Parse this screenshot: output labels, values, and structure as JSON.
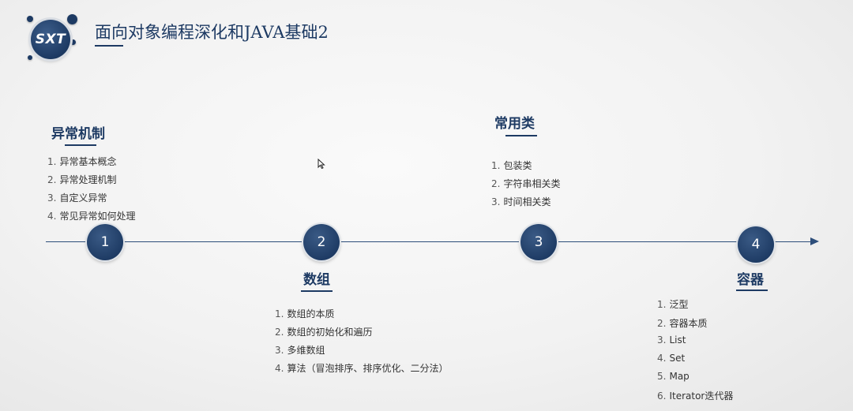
{
  "logo": {
    "text": "SXT"
  },
  "title": "面向对象编程深化和JAVA基础2",
  "sections": [
    {
      "number": "1",
      "heading": "异常机制",
      "items": [
        {
          "num": "1",
          "text": "异常基本概念"
        },
        {
          "num": "2",
          "text": "异常处理机制"
        },
        {
          "num": "3",
          "text": "自定义异常"
        },
        {
          "num": "4",
          "text": "常见异常如何处理"
        }
      ]
    },
    {
      "number": "2",
      "heading": "数组",
      "items": [
        {
          "num": "1",
          "text": "数组的本质"
        },
        {
          "num": "2",
          "text": "数组的初始化和遍历"
        },
        {
          "num": "3",
          "text": "多维数组"
        },
        {
          "num": "4",
          "text": "算法（冒泡排序、排序优化、二分法）"
        }
      ]
    },
    {
      "number": "3",
      "heading": "常用类",
      "items": [
        {
          "num": "1",
          "text": "包装类"
        },
        {
          "num": "2",
          "text": "字符串相关类"
        },
        {
          "num": "3",
          "text": "时间相关类"
        }
      ]
    },
    {
      "number": "4",
      "heading": "容器",
      "items": [
        {
          "num": "1",
          "text": "泛型"
        },
        {
          "num": "2",
          "text": "容器本质"
        },
        {
          "num": "3",
          "text": "List"
        },
        {
          "num": "4",
          "text": "Set"
        },
        {
          "num": "5",
          "text": "Map"
        },
        {
          "num": "6",
          "text": "Iterator迭代器"
        }
      ]
    }
  ],
  "colors": {
    "accent": "#1d3a63",
    "text": "#333333",
    "background": "#f2f2f2"
  }
}
